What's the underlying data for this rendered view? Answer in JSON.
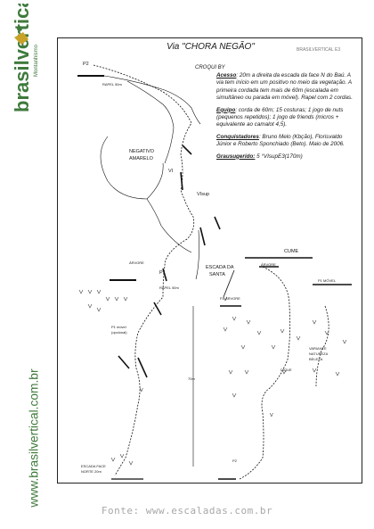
{
  "brand": {
    "name": "brasilvertical",
    "tagline": "Montanhismo",
    "url": "www.brasilvertical.com.br",
    "color": "#3f7a3c"
  },
  "topo": {
    "title": "Via \"CHORA NEGÃO\"",
    "credit": "CROQUI BY",
    "stamp": "BRASILVERTICAL E3",
    "acesso_label": "Acesso",
    "acesso_text": ": 20m a direita da escada da face N do Baú. A via tem início em um positivo no meio da vegetação. A primeira cordada tem mais de 60m (escalada em simultâneo ou parada em móvel). Rapel com 2 cordas.",
    "equipo_label": "Equipo",
    "equipo_text": ": corda de 60m; 15 costuras; 1 jogo de nuts (pequenos repetidos); 1 jogo de friends (micros + equivalente ao camalot 4,5).",
    "conquistadores_label": "Conquistadores",
    "conquistadores_text": ": Bruno Melo (Kbção), Florisvaldo Júnior e Roberto Sponchiado (Beto). Maio de 2006.",
    "grau_label": "Grausugerido:",
    "grau_text": "5 °VIsupE3(170m)",
    "labels": {
      "p2_top": "P2",
      "rapel_top": "RAPEL 50m",
      "negativo": "NEGATIVO",
      "amarelo": "AMARELO",
      "vi": "VI",
      "visup": "VIsup",
      "arvore_left": "ÁRVORE",
      "p1": "P1",
      "rapel_mid": "RAPEL 50m",
      "p1_movel_left": "P1 móvel",
      "opcional": "(opcional)",
      "v_left": "V",
      "meters": "70m",
      "escada_face": "ESCADA FACE",
      "norte": "NORTE 20m",
      "cume": "CUME",
      "escada_da": "ESCADA DA",
      "santa": "SANTA",
      "arvore_right": "ÁRVORE",
      "p1_movel_right": "P1 MÓVEL",
      "p2_arvore": "P2 ÁRVORE",
      "variante": "VARIANTE",
      "natureza": "NATUREZA",
      "beleza": "BELEZA",
      "dique": "DIQUE",
      "v_right": "V",
      "p2_bottom": "P2"
    }
  },
  "footer": {
    "source": "Fonte: www.escaladas.com.br"
  }
}
